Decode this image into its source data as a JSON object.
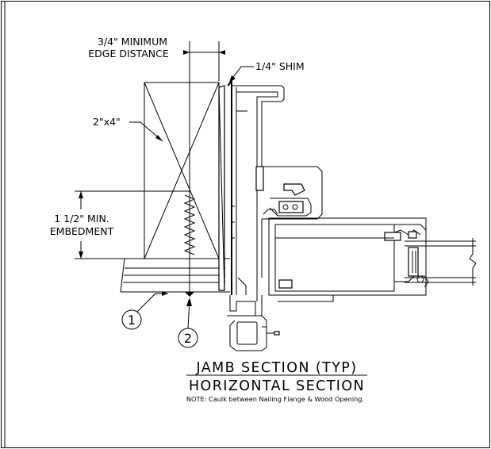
{
  "labels": {
    "edge_distance_line1": "3/4\" MINIMUM",
    "edge_distance_line2": "EDGE DISTANCE",
    "shim": "1/4\" SHIM",
    "stud": "2\"x4\"",
    "embedment_line1": "1 1/2\" MIN.",
    "embedment_line2": "EMBEDMENT",
    "callout_1": "1",
    "callout_2": "2"
  },
  "titles": {
    "main": "JAMB SECTION (TYP)",
    "sub": "HORIZONTAL SECTION",
    "note": "NOTE: Caulk between Nailing Flange & Wood Opening."
  }
}
